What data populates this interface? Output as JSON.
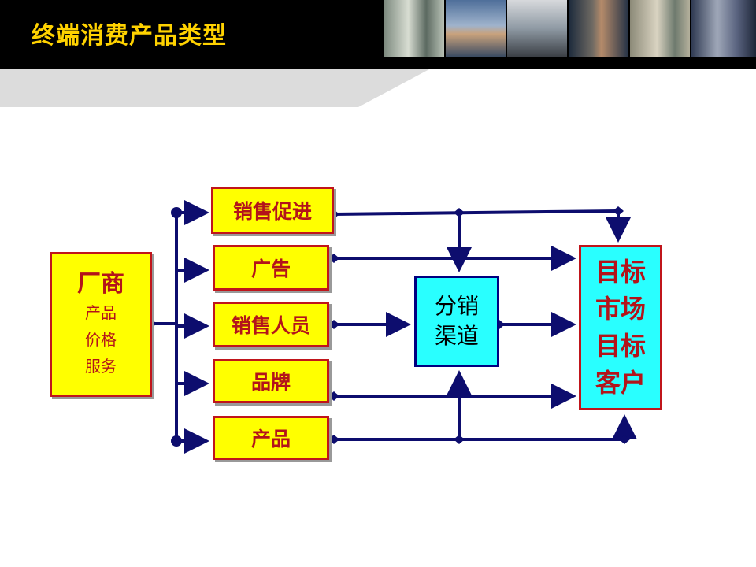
{
  "header": {
    "title": "终端消费产品类型"
  },
  "diagram": {
    "maker": {
      "title": "厂商",
      "lines": [
        "产品",
        "价格",
        "服务"
      ]
    },
    "factors": [
      "销售促进",
      "广告",
      "销售人员",
      "品牌",
      "产品"
    ],
    "channel": {
      "lines": [
        "分销",
        "渠道"
      ]
    },
    "target": {
      "lines": [
        "目标",
        "市场",
        "目标",
        "客户"
      ]
    }
  },
  "colors": {
    "title": "#ffd200",
    "box_fill": "#ffff00",
    "box_border": "#c0151b",
    "box_text": "#b3141a",
    "channel_fill": "#29ffff",
    "arrow": "#0d0d6e"
  }
}
